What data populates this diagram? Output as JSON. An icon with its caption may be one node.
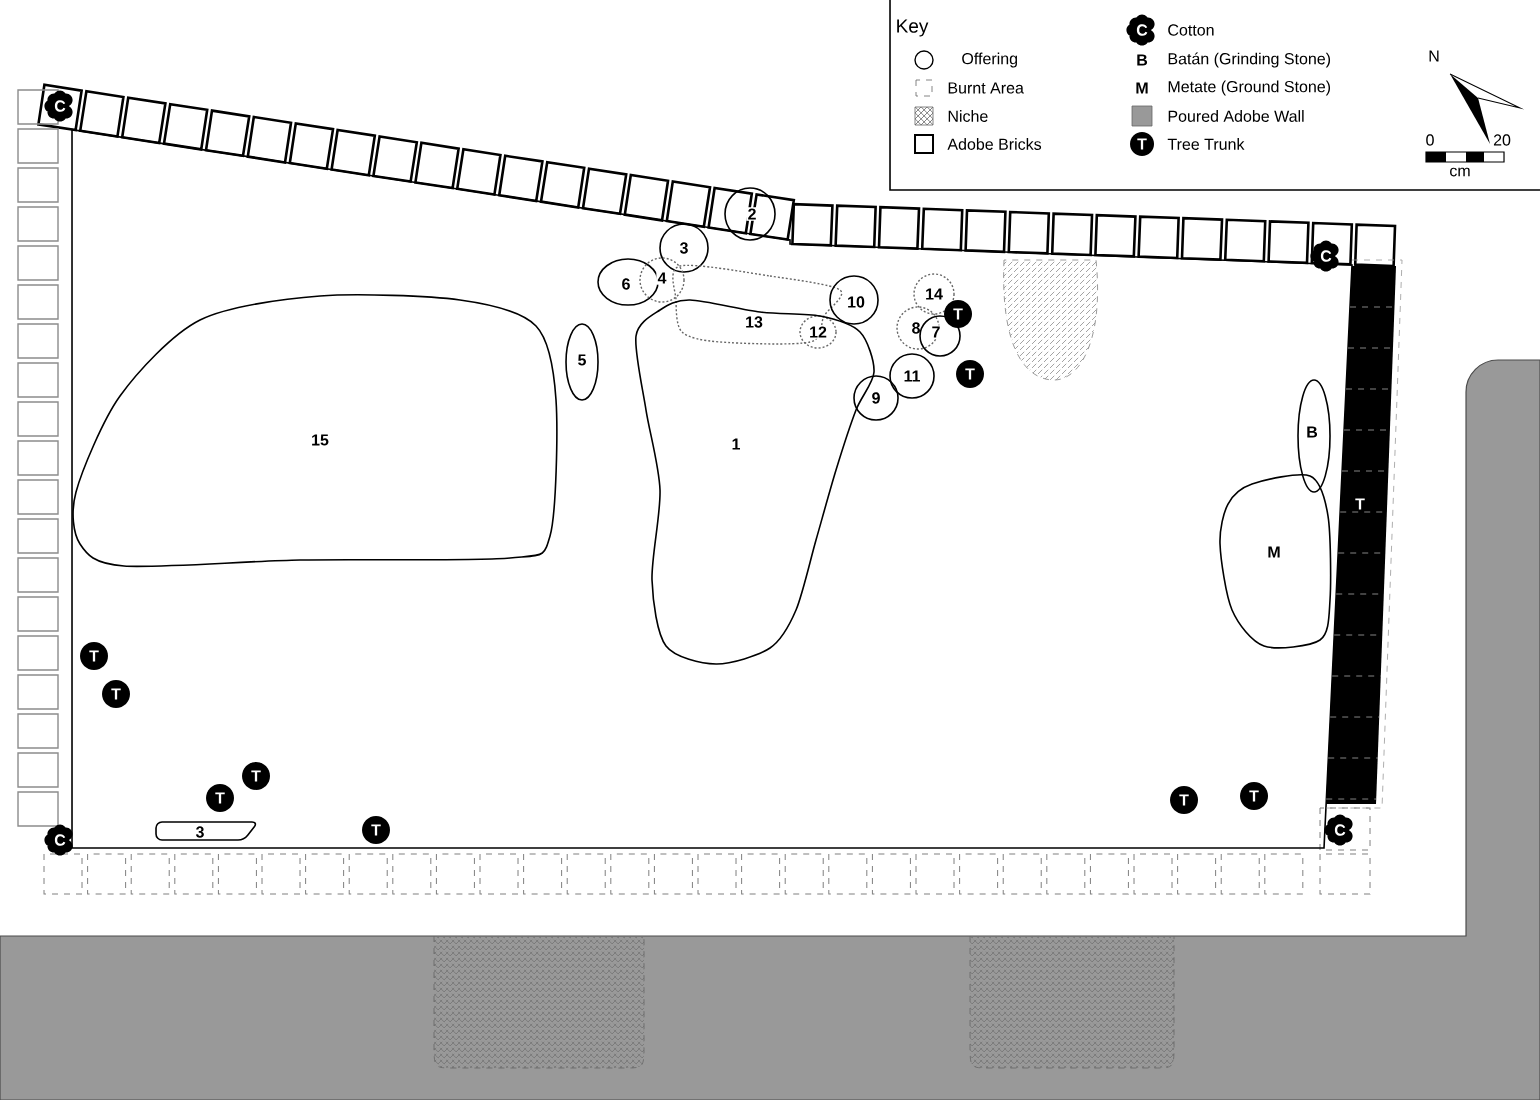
{
  "diagram": {
    "nodes": [
      {
        "text": [
          "C"
        ]
      },
      {
        "text": [
          "2"
        ]
      },
      {
        "text": [
          "3"
        ]
      },
      {
        "text": [
          "6"
        ]
      },
      {
        "text": [
          "4"
        ]
      },
      {
        "text": [
          "C"
        ]
      },
      {
        "text": [
          "13"
        ]
      },
      {
        "text": [
          "10"
        ]
      },
      {
        "text": [
          "14"
        ]
      },
      {
        "text": [
          "T"
        ]
      },
      {
        "text": [
          "8"
        ]
      },
      {
        "text": [
          "7"
        ]
      },
      {
        "text": [
          "12"
        ],
        "in": 18
      },
      {
        "text": [
          "5"
        ]
      },
      {
        "text": [
          "11"
        ]
      },
      {
        "text": [
          "T"
        ]
      },
      {
        "text": [
          "9"
        ]
      },
      {
        "text": [
          "15"
        ]
      },
      {
        "text": [
          "1"
        ]
      },
      {
        "text": [
          "B"
        ]
      },
      {
        "text": [
          "T"
        ]
      },
      {
        "text": [
          "M"
        ]
      },
      {
        "text": [
          "T"
        ]
      },
      {
        "text": [
          "T"
        ]
      },
      {
        "text": [
          "T"
        ]
      },
      {
        "text": [
          "T"
        ]
      },
      {
        "text": [
          "T"
        ]
      },
      {
        "text": [
          "T"
        ]
      },
      {
        "text": [
          "3"
        ]
      },
      {
        "text": [
          "T"
        ]
      },
      {
        "text": [
          "C"
        ]
      },
      {
        "text": [
          "C"
        ]
      }
    ],
    "labels": [
      "Key",
      "C",
      "B",
      "N",
      "M",
      "T",
      "0",
      "20",
      "cm"
    ],
    "legend": [
      {
        "text": "Offering"
      },
      {
        "text": "Burnt Area"
      },
      {
        "text": "Niche"
      },
      {
        "text": "Adobe Bricks"
      },
      {
        "text": "Cotton"
      },
      {
        "text": "Batán (Grinding Stone)"
      },
      {
        "text": "Metate (Ground Stone)"
      },
      {
        "text": "Poured Adobe Wall",
        "color": "#999999"
      },
      {
        "text": "Tree Trunk"
      }
    ]
  }
}
